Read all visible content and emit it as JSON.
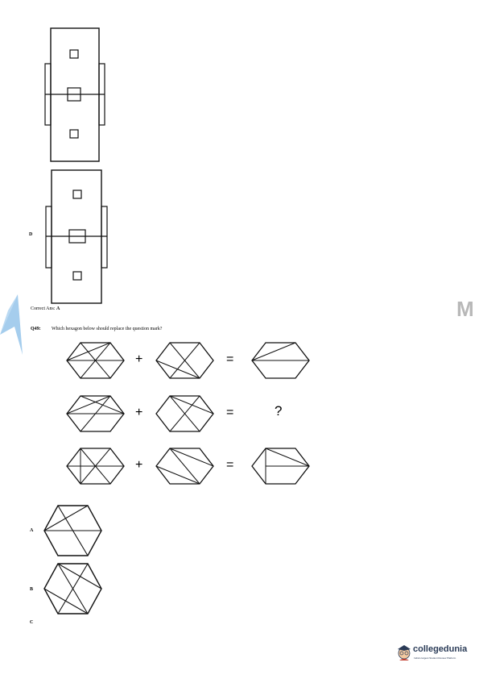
{
  "option_d": {
    "label": "D"
  },
  "answer": {
    "prefix": "Correct Ans: ",
    "value": "A"
  },
  "question": {
    "number": "Q49:",
    "text": "Which hexagon below should replace the question mark?"
  },
  "puzzle": {
    "plus": "+",
    "equals": "=",
    "unknown": "?"
  },
  "options": {
    "a_label": "A",
    "b_label": "B",
    "c_label": "C"
  },
  "watermark": {
    "letter": "M"
  },
  "brand": {
    "name": "collegedunia",
    "tagline": "India's largest Student Review Platform",
    "accent_color": "#2a3b57",
    "watermark_color": "#5aa6df"
  }
}
